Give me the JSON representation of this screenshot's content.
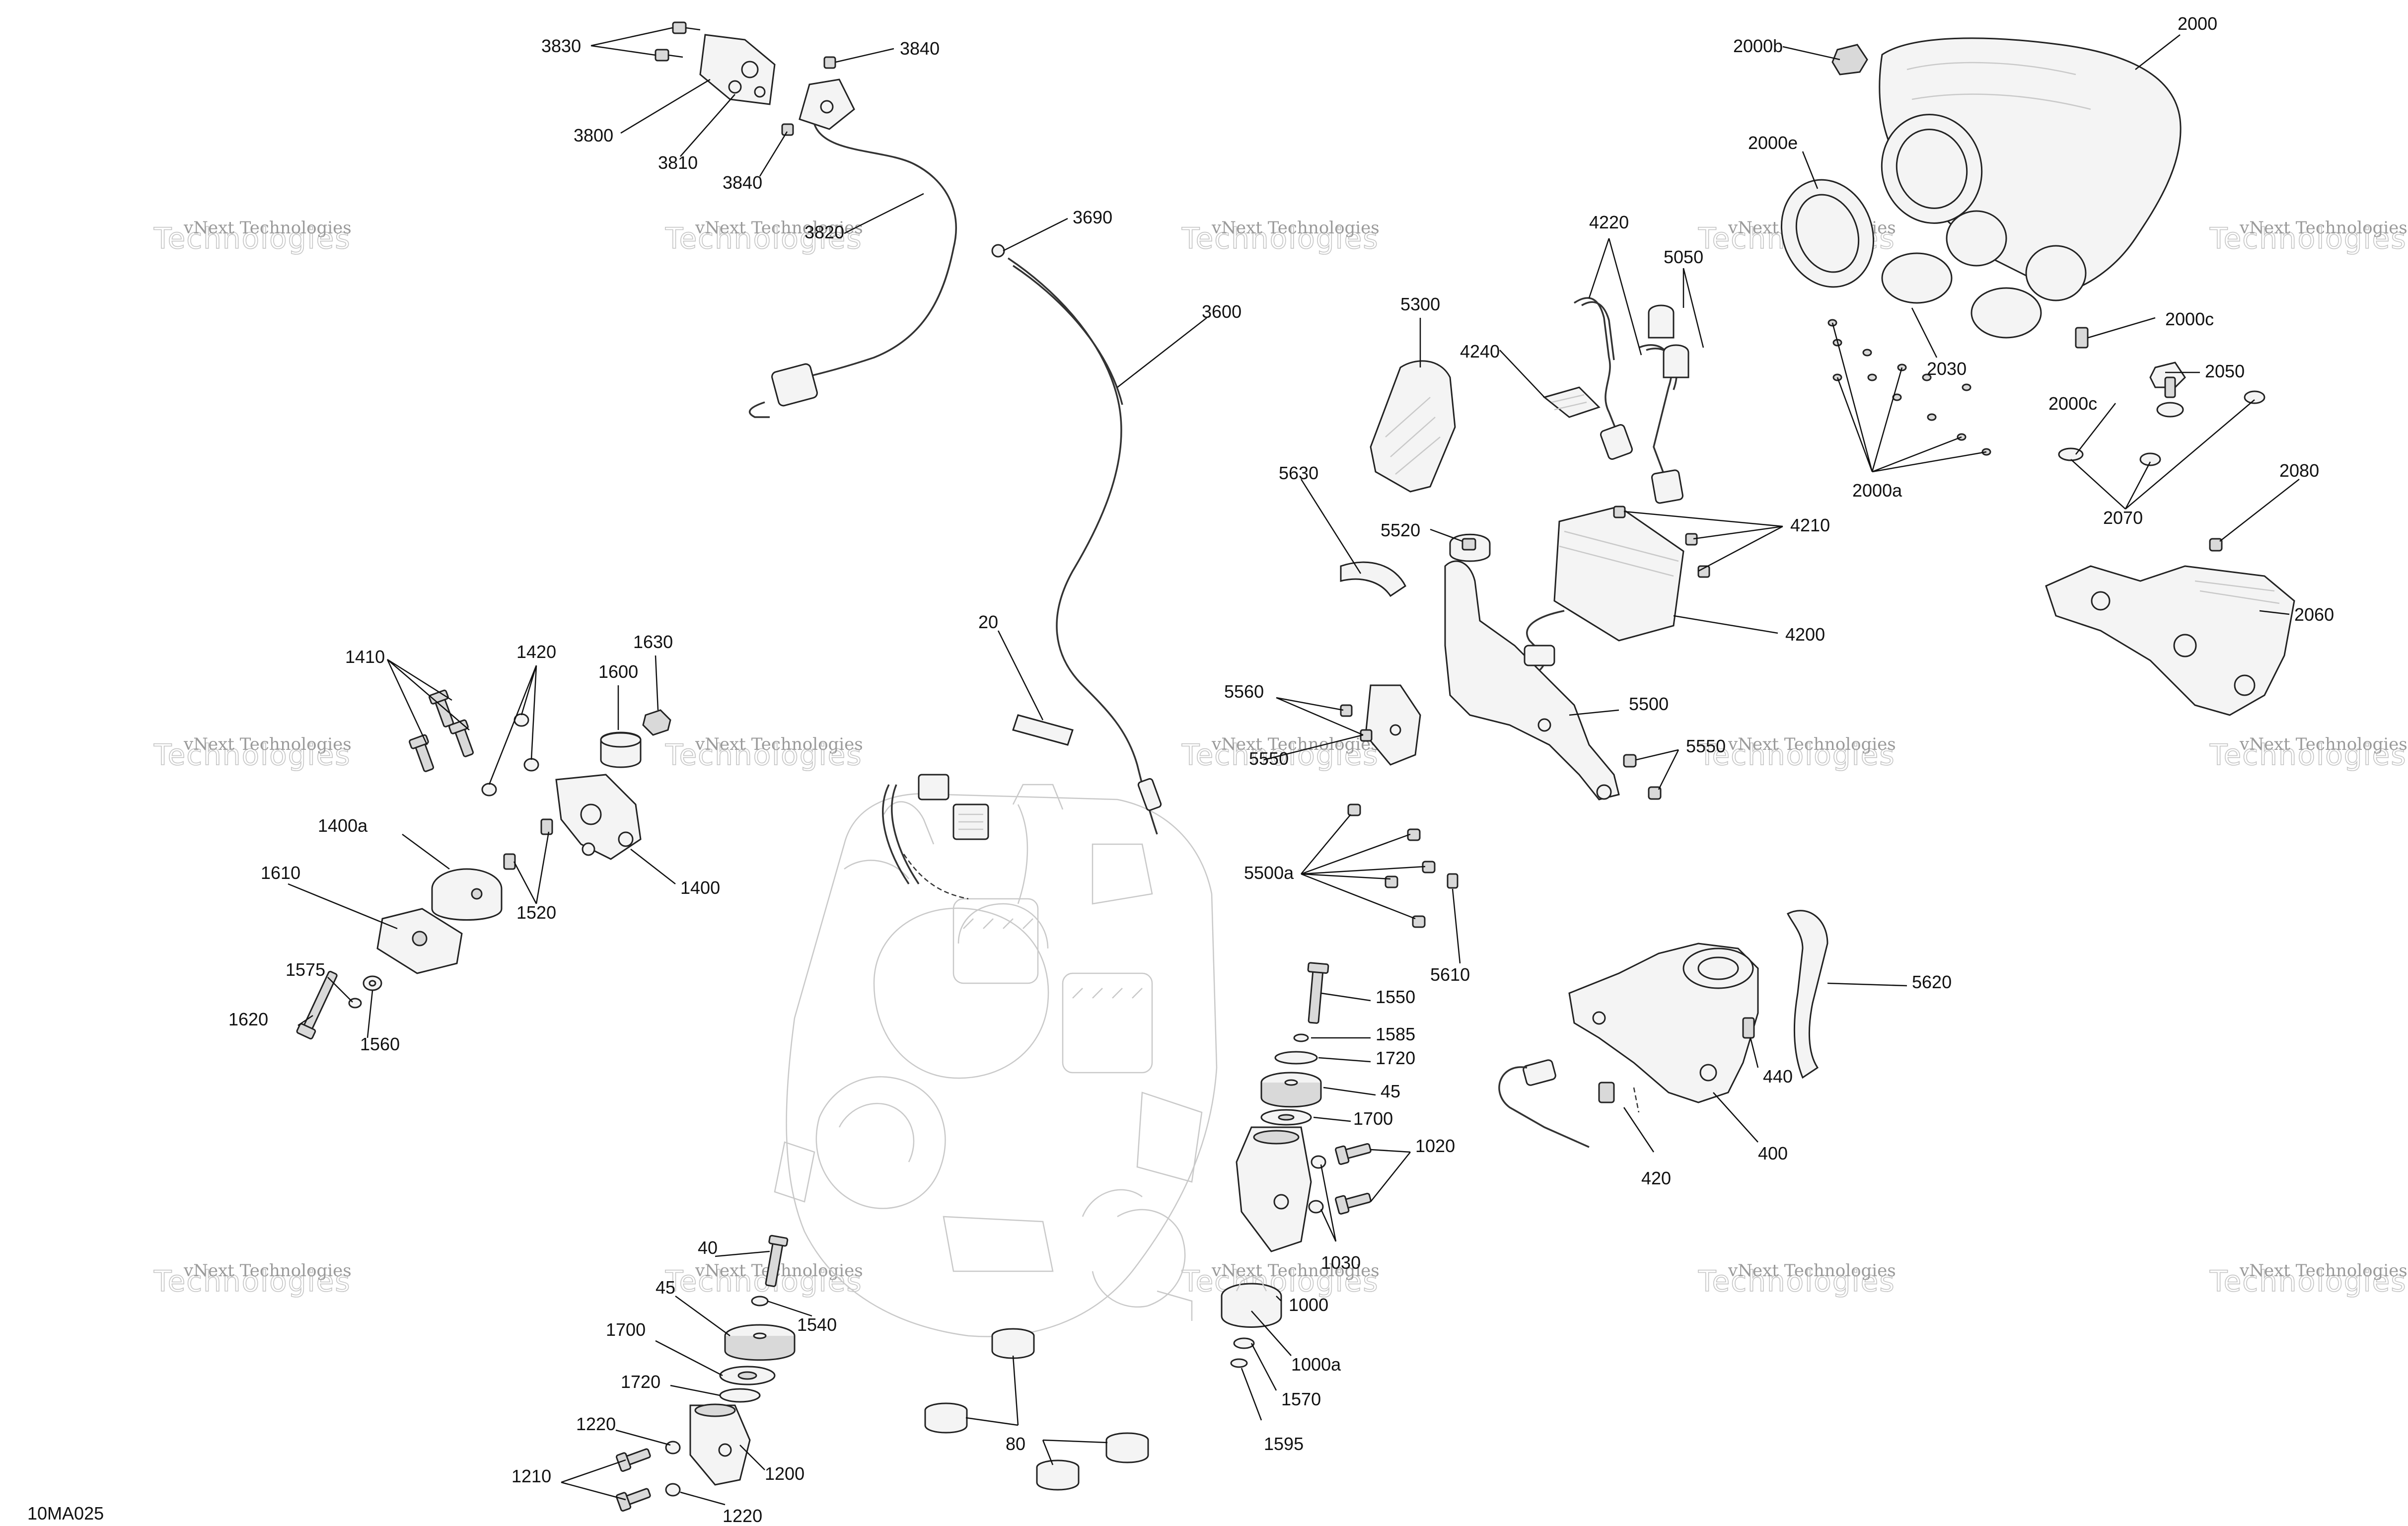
{
  "diagram_code": "10MA025",
  "watermark": {
    "line1": "vNext Technologies",
    "line2": "Technologies"
  },
  "labels": [
    "3830",
    "3840",
    "3800",
    "3810",
    "3840",
    "3820",
    "3690",
    "3600",
    "2000b",
    "2000",
    "2000e",
    "4220",
    "5050",
    "5300",
    "4240",
    "2000c",
    "2030",
    "2050",
    "2000c",
    "2000a",
    "2070",
    "2080",
    "5630",
    "5520",
    "4210",
    "4200",
    "2060",
    "1410",
    "1420",
    "1630",
    "1600",
    "20",
    "5560",
    "5500",
    "5550",
    "5550",
    "1400a",
    "1520",
    "1400",
    "1610",
    "5500a",
    "5610",
    "1575",
    "1620",
    "1560",
    "1550",
    "1585",
    "1720",
    "45",
    "1700",
    "1020",
    "5620",
    "440",
    "400",
    "420",
    "1030",
    "40",
    "45",
    "1540",
    "1000",
    "1700",
    "1000a",
    "1720",
    "1570",
    "1220",
    "1200",
    "80",
    "1595",
    "1210",
    "1220"
  ],
  "legend_note": "",
  "colors": {
    "line": "#111111",
    "ghost": "#c9c9c9",
    "watermark": "#9a9a9a"
  }
}
